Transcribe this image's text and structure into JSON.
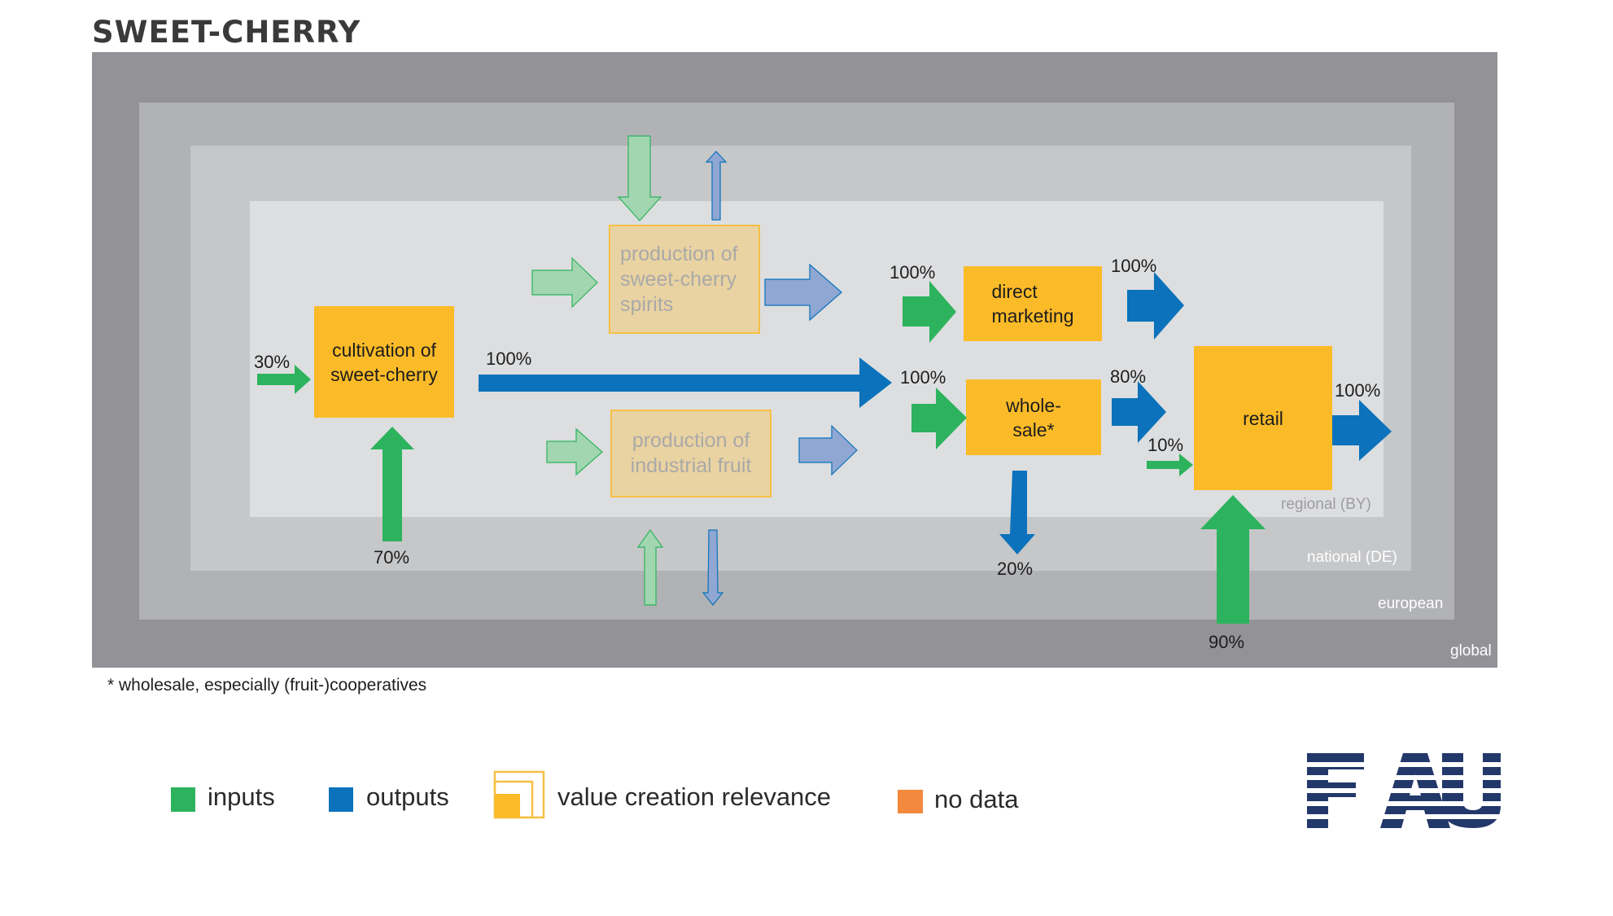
{
  "title": "SWEET-CHERRY",
  "zones": {
    "global": "global",
    "european": "european",
    "national": "national (DE)",
    "regional": "regional (BY)"
  },
  "nodes": {
    "cultivation": [
      "cultivation of",
      "sweet-cherry"
    ],
    "spirits": [
      "production of",
      "sweet-cherry",
      "spirits"
    ],
    "industrial": [
      "production of",
      "industrial fruit"
    ],
    "direct_marketing": [
      "direct",
      "marketing"
    ],
    "wholesale": [
      "whole-",
      "sale*"
    ],
    "retail": [
      "retail"
    ]
  },
  "percentages": {
    "cultivation_input_regional": "30%",
    "cultivation_input_national": "70%",
    "cultivation_output": "100%",
    "direct_marketing_input": "100%",
    "direct_marketing_output": "100%",
    "wholesale_input": "100%",
    "wholesale_to_retail": "80%",
    "wholesale_national_output": "20%",
    "retail_input_regional": "10%",
    "retail_input_global": "90%",
    "retail_output": "100%"
  },
  "footnote": "* wholesale, especially (fruit-)cooperatives",
  "legend": {
    "inputs": "inputs",
    "outputs": "outputs",
    "value_creation": "value creation relevance",
    "no_data": "no data"
  },
  "colors": {
    "input_green": "#2db35e",
    "output_blue": "#0b72bb",
    "value_yellow": "#fbbb28",
    "no_data_orange": "#f3893d",
    "logo_navy": "#23386a"
  }
}
